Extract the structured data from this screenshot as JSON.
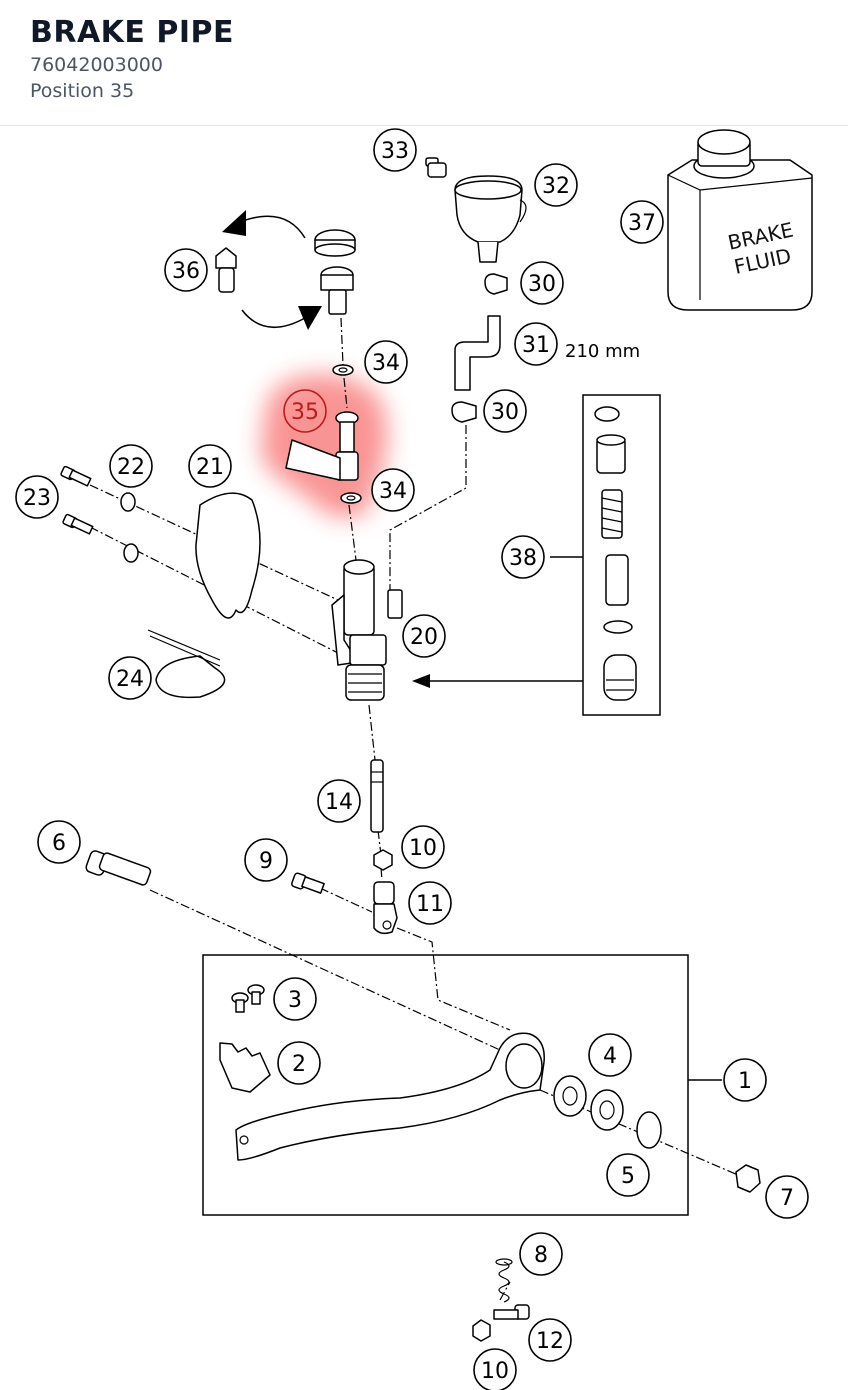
{
  "header": {
    "title": "BRAKE PIPE",
    "article_number": "76042003000",
    "position": "Position 35"
  },
  "diagram": {
    "highlight_color": "#f87171",
    "highlighted_callout": "35",
    "hose_length_note": "210 mm",
    "can_label_line1": "BRAKE",
    "can_label_line2": "FLUID",
    "callouts": {
      "c33": "33",
      "c32": "32",
      "c37": "37",
      "c36": "36",
      "c30a": "30",
      "c31": "31",
      "c34a": "34",
      "c35": "35",
      "c30b": "30",
      "c34b": "34",
      "c22": "22",
      "c21": "21",
      "c23": "23",
      "c38": "38",
      "c20": "20",
      "c24": "24",
      "c14": "14",
      "c6": "6",
      "c10a": "10",
      "c9": "9",
      "c11": "11",
      "c3": "3",
      "c2": "2",
      "c4": "4",
      "c1": "1",
      "c5": "5",
      "c7": "7",
      "c8": "8",
      "c12": "12",
      "c10b": "10"
    }
  }
}
